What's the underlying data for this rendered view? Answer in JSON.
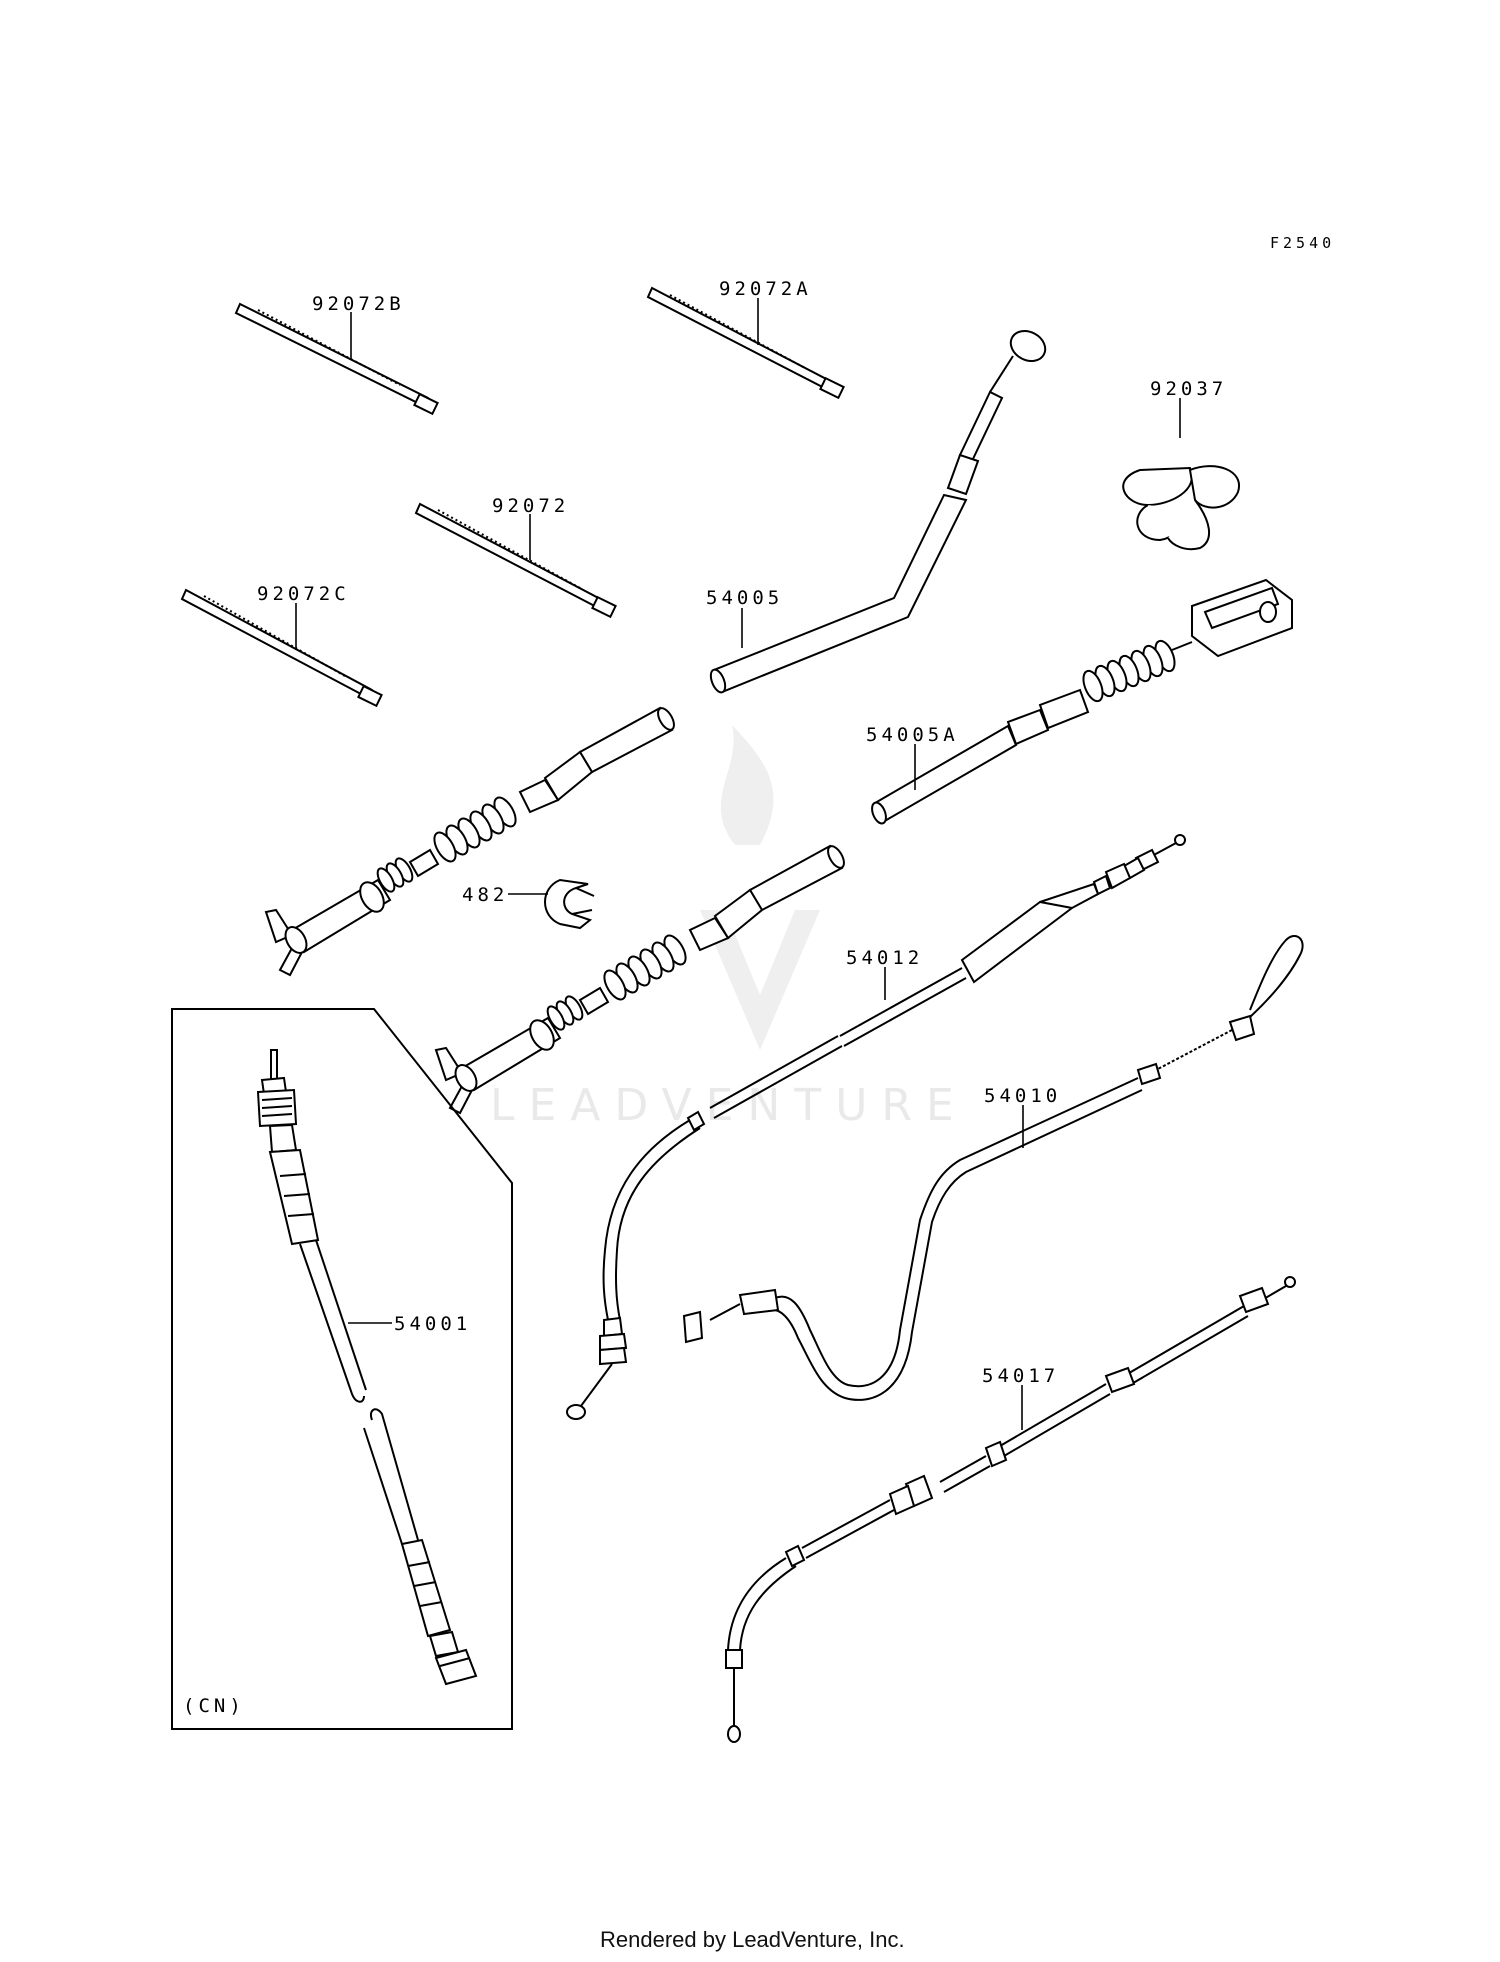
{
  "figure_code": "F2540",
  "parts": {
    "tie_92072b": "92072B",
    "tie_92072a": "92072A",
    "tie_92072": "92072",
    "tie_92072c": "92072C",
    "clamp_92037": "92037",
    "cable_54005": "54005",
    "cable_54005a": "54005A",
    "ring_482": "482",
    "cable_54012": "54012",
    "cable_54010": "54010",
    "cable_54001": "54001",
    "cable_54017": "54017"
  },
  "inset_label": "(CN)",
  "watermark": "LEADVENTURE",
  "footer": "Rendered by LeadVenture, Inc."
}
